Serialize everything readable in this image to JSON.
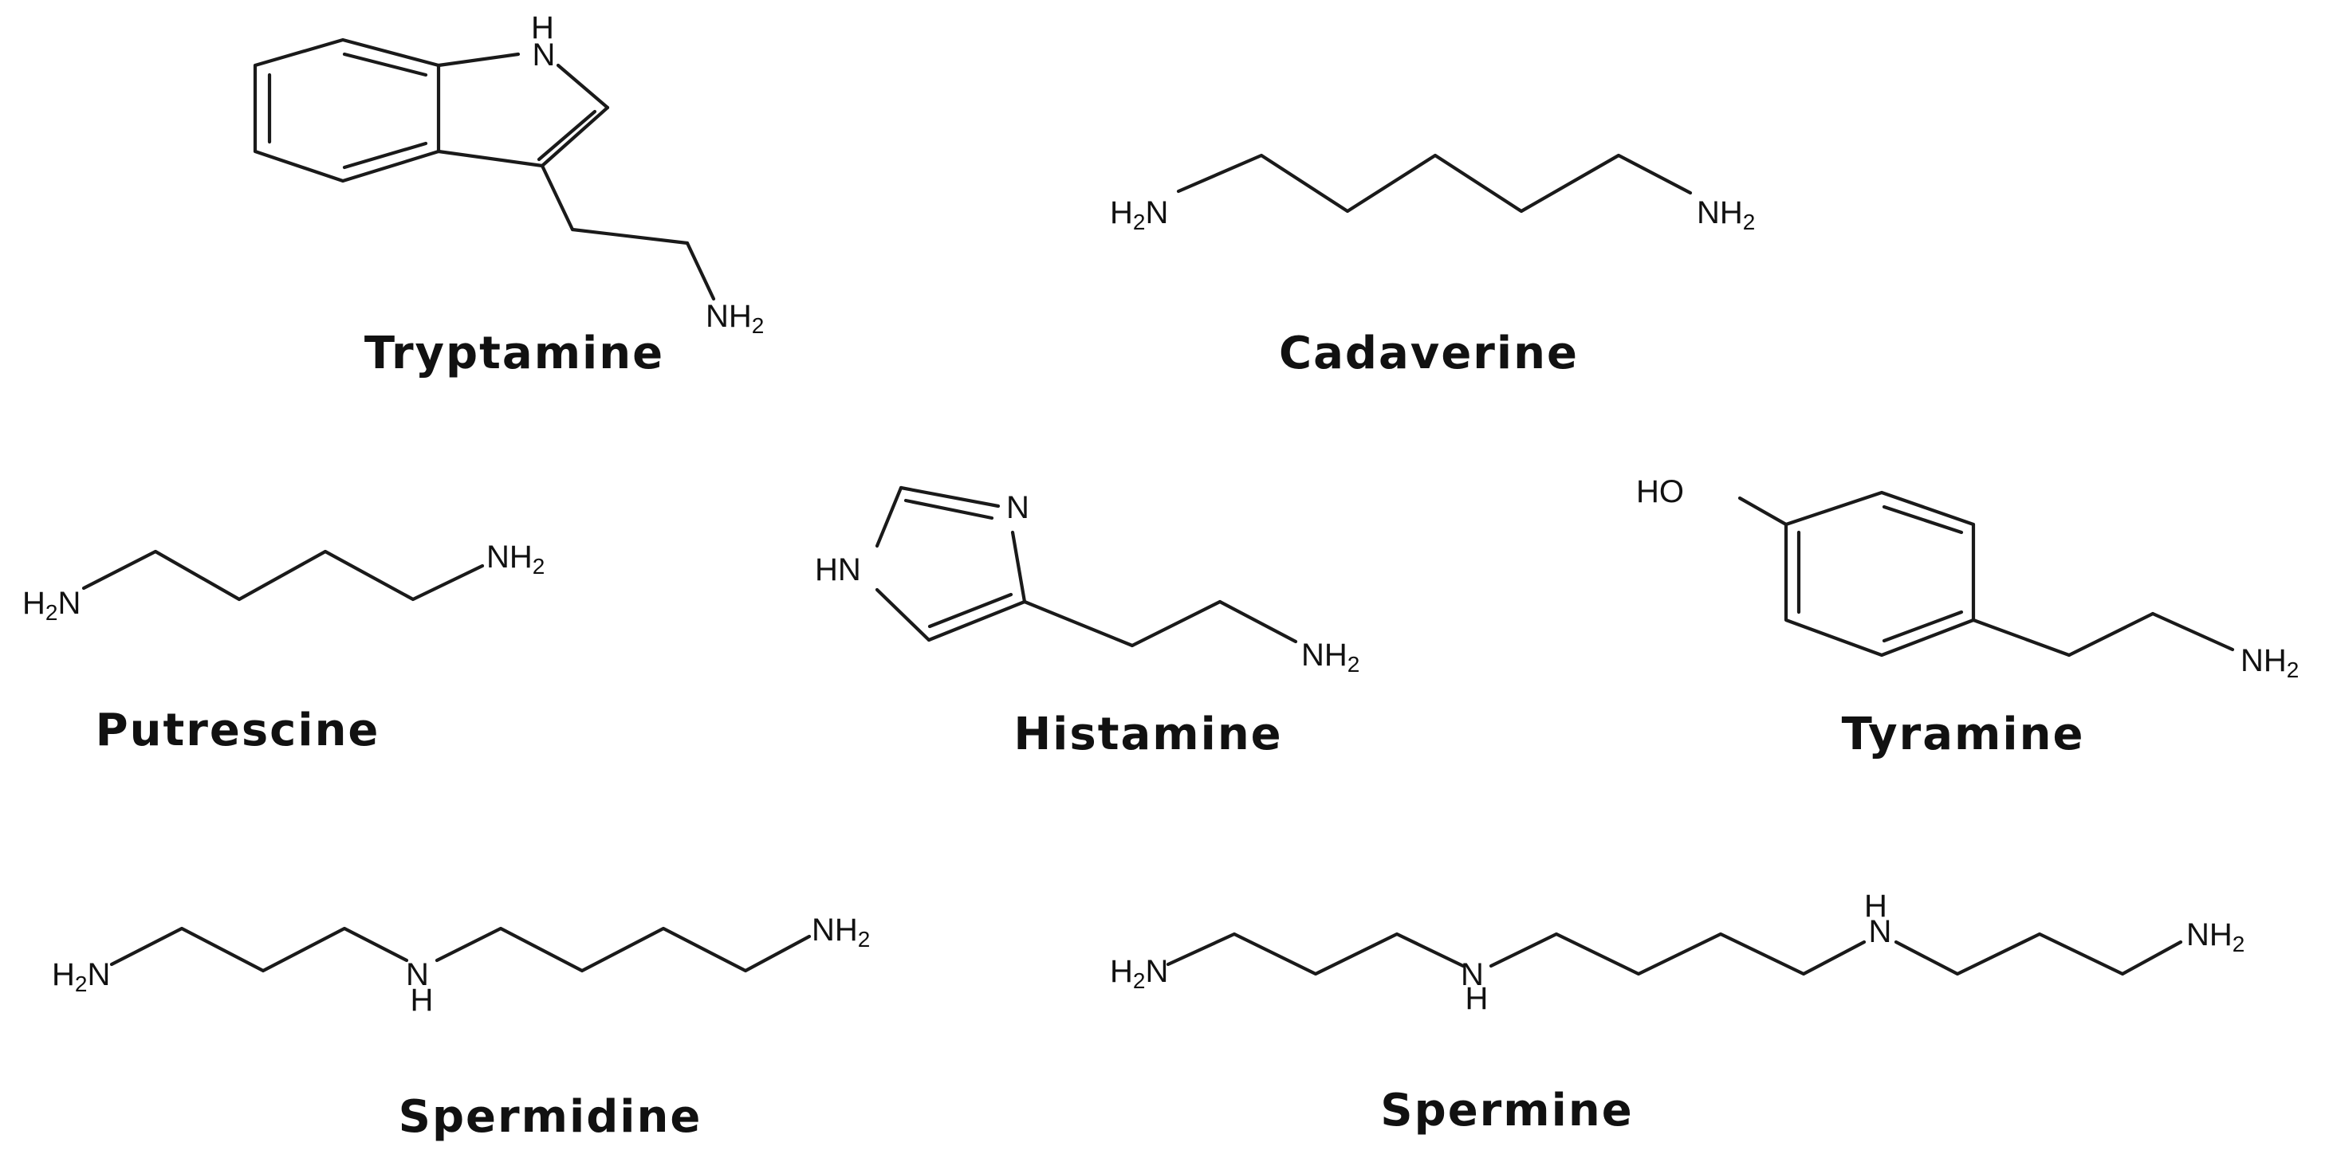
{
  "colors": {
    "ink": "#111111",
    "background": "#ffffff"
  },
  "molecules": [
    {
      "id": "tryptamine",
      "name": "Tryptamine",
      "atoms": [
        {
          "id": "nh",
          "label": "H",
          "label2": "N"
        },
        {
          "id": "amine",
          "label": "NH",
          "sub": "2"
        }
      ]
    },
    {
      "id": "cadaverine",
      "name": "Cadaverine",
      "atoms": [
        {
          "id": "left",
          "label": "H",
          "sub": "2",
          "label2": "N"
        },
        {
          "id": "right",
          "label": "NH",
          "sub": "2"
        }
      ]
    },
    {
      "id": "putrescine",
      "name": "Putrescine",
      "atoms": [
        {
          "id": "left",
          "label": "H",
          "sub": "2",
          "label2": "N"
        },
        {
          "id": "right",
          "label": "NH",
          "sub": "2"
        }
      ]
    },
    {
      "id": "histamine",
      "name": "Histamine",
      "atoms": [
        {
          "id": "n",
          "label": "N"
        },
        {
          "id": "hn",
          "label": "HN"
        },
        {
          "id": "amine",
          "label": "NH",
          "sub": "2"
        }
      ]
    },
    {
      "id": "tyramine",
      "name": "Tyramine",
      "atoms": [
        {
          "id": "ho",
          "label": "HO"
        },
        {
          "id": "amine",
          "label": "NH",
          "sub": "2"
        }
      ]
    },
    {
      "id": "spermidine",
      "name": "Spermidine",
      "atoms": [
        {
          "id": "left",
          "label": "H",
          "sub": "2",
          "label2": "N"
        },
        {
          "id": "nh",
          "label": "N",
          "label2": "H"
        },
        {
          "id": "right",
          "label": "NH",
          "sub": "2"
        }
      ]
    },
    {
      "id": "spermine",
      "name": "Spermine",
      "atoms": [
        {
          "id": "left",
          "label": "H",
          "sub": "2",
          "label2": "N"
        },
        {
          "id": "nh1",
          "label": "N",
          "label2": "H"
        },
        {
          "id": "nh2",
          "label": "H",
          "label2": "N"
        },
        {
          "id": "right",
          "label": "NH",
          "sub": "2"
        }
      ]
    }
  ]
}
